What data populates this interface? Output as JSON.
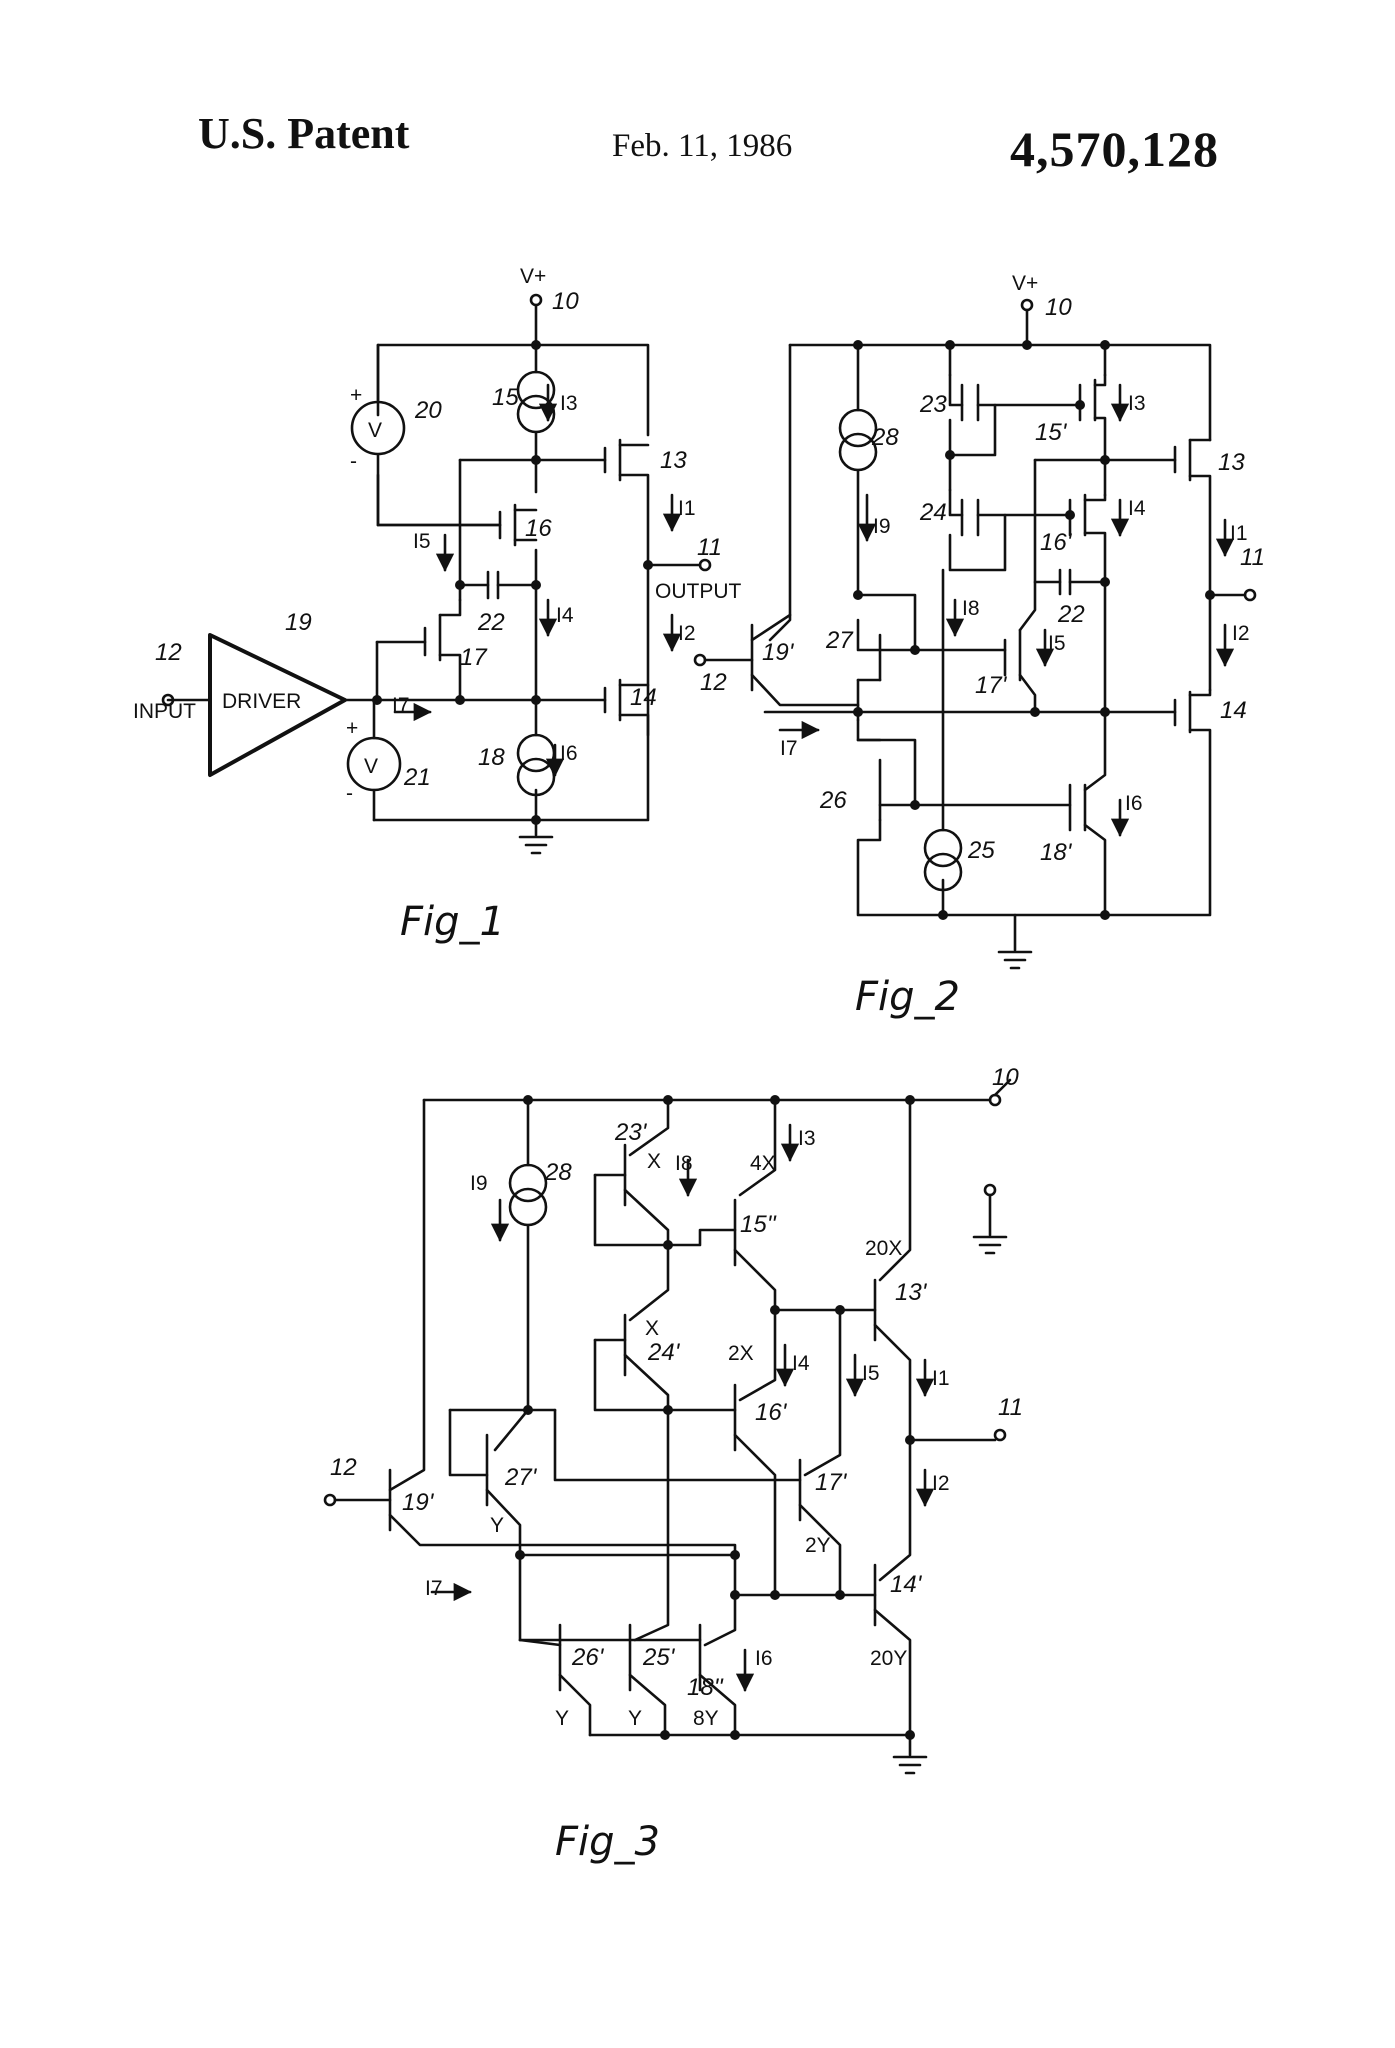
{
  "header": {
    "patent_label": "U.S. Patent",
    "date": "Feb. 11, 1986",
    "patent_number": "4,570,128"
  },
  "figures": {
    "fig1": {
      "caption": "Fig_1",
      "labels": {
        "vplus": "V+",
        "n10": "10",
        "n11": "11",
        "n12": "12",
        "n13": "13",
        "n14": "14",
        "n15": "15",
        "n16": "16",
        "n17": "17",
        "n18": "18",
        "n19": "19",
        "n20": "20",
        "n21": "21",
        "n22": "22",
        "input": "INPUT",
        "driver": "DRIVER",
        "output": "OUTPUT",
        "v_a": "V",
        "v_b": "V",
        "plus_a": "+",
        "minus_a": "-",
        "plus_b": "+",
        "minus_b": "-",
        "i1": "I1",
        "i2": "I2",
        "i3": "I3",
        "i4": "I4",
        "i5": "I5",
        "i6": "I6",
        "i7": "I7"
      }
    },
    "fig2": {
      "caption": "Fig_2",
      "labels": {
        "vplus": "V+",
        "n10": "10",
        "n11": "11",
        "n12": "12",
        "n13": "13",
        "n14": "14",
        "n15": "15'",
        "n16": "16'",
        "n17": "17'",
        "n18": "18'",
        "n19": "19'",
        "n22": "22",
        "n23": "23",
        "n24": "24",
        "n25": "25",
        "n26": "26",
        "n27": "27",
        "n28": "28",
        "i1": "I1",
        "i2": "I2",
        "i3": "I3",
        "i4": "I4",
        "i5": "I5",
        "i6": "I6",
        "i7": "I7",
        "i8": "I8",
        "i9": "I9"
      }
    },
    "fig3": {
      "caption": "Fig_3",
      "labels": {
        "n10": "10",
        "n11": "11",
        "n12": "12",
        "n13": "13'",
        "n14": "14'",
        "n15": "15''",
        "n16": "16'",
        "n17": "17'",
        "n18": "18''",
        "n19": "19'",
        "n23": "23'",
        "n24": "24'",
        "n25": "25'",
        "n26": "26'",
        "n27": "27'",
        "n28": "28",
        "x1": "X",
        "x2": "X",
        "x4": "4X",
        "x2b": "2X",
        "x20": "20X",
        "y1": "Y",
        "y2": "Y",
        "y3": "Y",
        "y8": "8Y",
        "y2b": "2Y",
        "y20": "20Y",
        "i1": "I1",
        "i2": "I2",
        "i3": "I3",
        "i4": "I4",
        "i5": "I5",
        "i6": "I6",
        "i7": "I7",
        "i8": "I8",
        "i9": "I9"
      }
    }
  }
}
